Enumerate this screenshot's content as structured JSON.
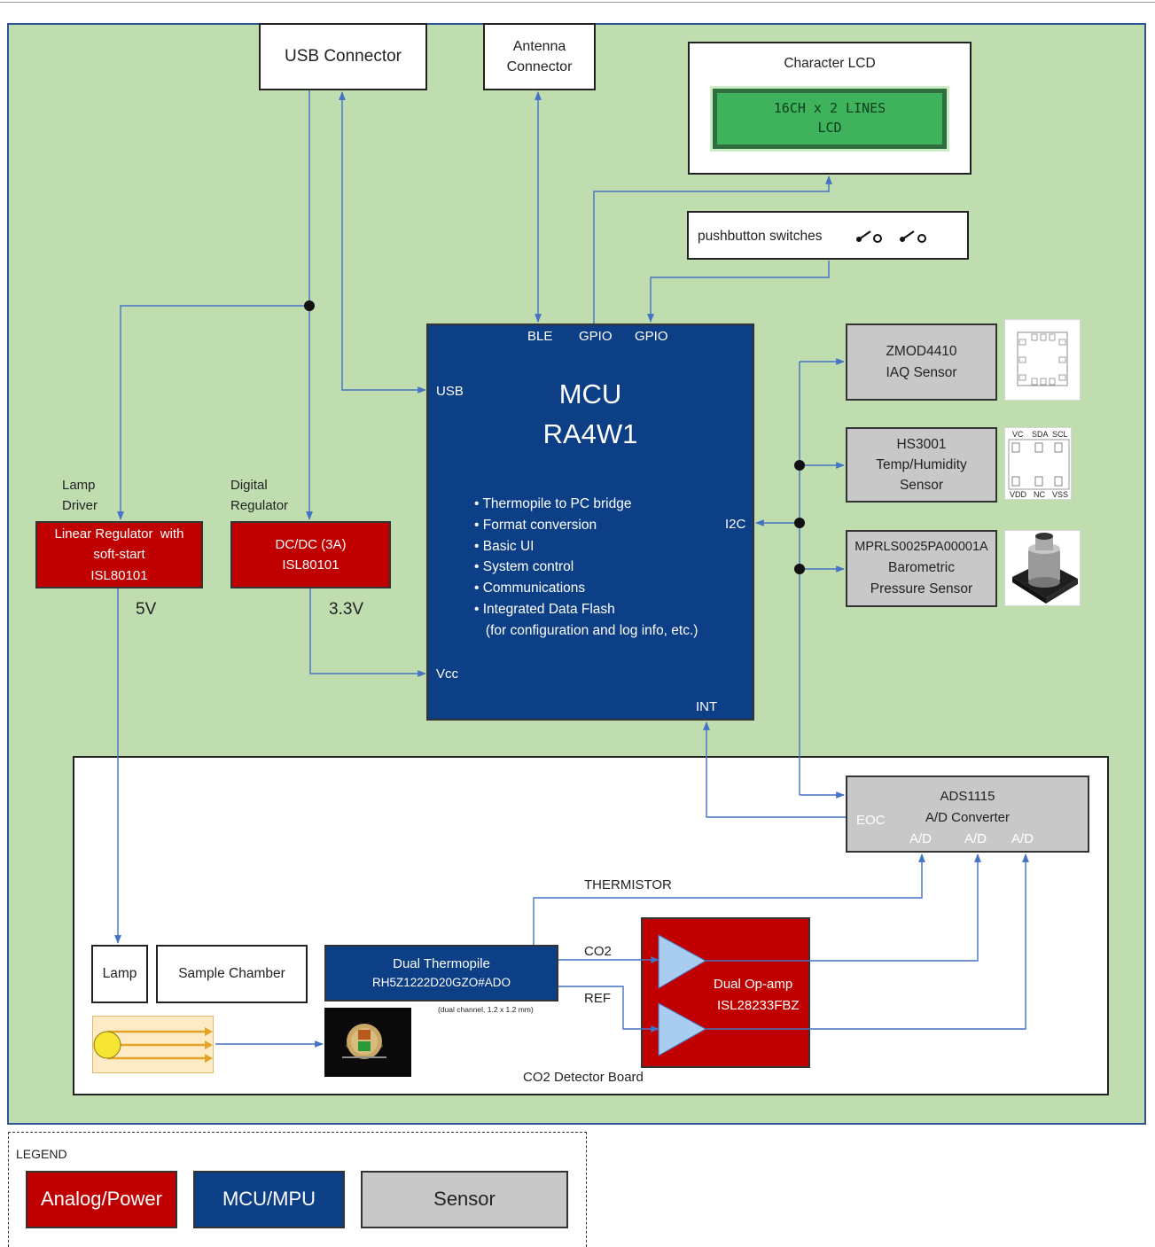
{
  "usb_connector": {
    "label": "USB Connector"
  },
  "antenna_connector": {
    "label_line1": "Antenna",
    "label_line2": "Connector"
  },
  "character_lcd": {
    "title": "Character LCD",
    "line1": "16CH x 2 LINES",
    "line2": "LCD"
  },
  "pushbutton": {
    "label": "pushbutton switches"
  },
  "mcu": {
    "title_line1": "MCU",
    "title_line2": "RA4W1",
    "pins": {
      "ble": "BLE",
      "gpio1": "GPIO",
      "gpio2": "GPIO",
      "usb": "USB",
      "i2c": "I2C",
      "vcc": "Vcc",
      "int": "INT"
    },
    "features": [
      "• Thermopile to PC bridge",
      "• Format conversion",
      "• Basic UI",
      "• System control",
      "• Communications",
      "• Integrated Data Flash",
      "   (for configuration and log info, etc.)"
    ]
  },
  "sensors": {
    "zmod": {
      "line1": "ZMOD4410",
      "line2": "IAQ  Sensor"
    },
    "hs3001": {
      "line1": "HS3001",
      "line2": "Temp/Humidity",
      "line3": "Sensor",
      "pins_top": [
        "VC",
        "SDA",
        "SCL"
      ],
      "pins_bottom": [
        "VDD",
        "NC",
        "VSS"
      ]
    },
    "mprls": {
      "line1": "MPRLS0025PA00001A",
      "line2": "Barometric",
      "line3": "Pressure Sensor"
    }
  },
  "lamp_driver": {
    "caption_line1": "Lamp",
    "caption_line2": "Driver",
    "line1": "Linear Regulator  with",
    "line2": "soft-start",
    "line3": "ISL80101",
    "voltage": "5V"
  },
  "digital_regulator": {
    "caption_line1": "Digital",
    "caption_line2": "Regulator",
    "line1": "DC/DC (3A)",
    "line2": "ISL80101",
    "voltage": "3.3V"
  },
  "adc": {
    "line1": "ADS1115",
    "line2": "A/D Converter",
    "eoc": "EOC",
    "ad_pins": [
      "A/D",
      "A/D",
      "A/D"
    ]
  },
  "detector": {
    "board_label": "CO2 Detector Board",
    "lamp": "Lamp",
    "sample_chamber": "Sample Chamber",
    "thermopile_line1": "Dual Thermopile",
    "thermopile_line2": "RH5Z1222D20GZO#ADO",
    "thermopile_note": "(dual channel, 1.2 x 1.2 mm)",
    "thermistor": "THERMISTOR",
    "co2": "CO2",
    "ref": "REF",
    "opamp_line1": "Dual Op-amp",
    "opamp_line2": "ISL28233FBZ"
  },
  "legend": {
    "title": "LEGEND",
    "items": [
      {
        "label": "Analog/Power",
        "color": "#c00000"
      },
      {
        "label": "MCU/MPU",
        "color": "#0c3f86"
      },
      {
        "label": "Sensor",
        "color": "#c8c8c8"
      }
    ]
  },
  "colors": {
    "board_bg": "#c0ddb0",
    "board_border": "#2f5597",
    "wire": "#4472c4"
  }
}
